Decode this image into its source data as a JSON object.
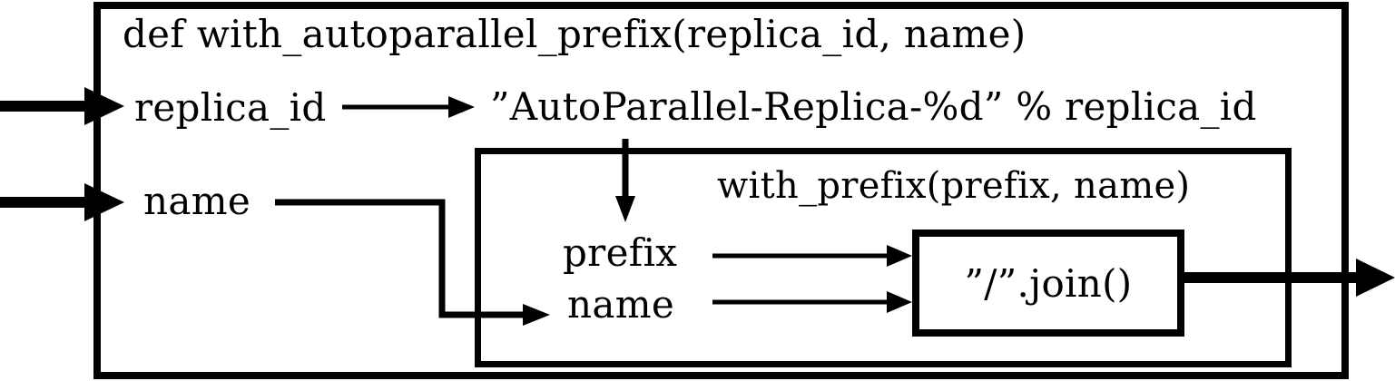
{
  "diagram": {
    "type": "function-dataflow",
    "colors": {
      "ink": "#000000",
      "background": "#ffffff"
    },
    "outer_function": {
      "title": "def with_autoparallel_prefix(replica_id, name)",
      "inputs": [
        {
          "label": "replica_id"
        },
        {
          "label": "name"
        }
      ],
      "format_expression": "”AutoParallel-Replica-%d” % replica_id"
    },
    "inner_function": {
      "title": "with_prefix(prefix, name)",
      "params": [
        {
          "label": "prefix"
        },
        {
          "label": "name"
        }
      ],
      "join_expression": "”/”.join()"
    }
  }
}
